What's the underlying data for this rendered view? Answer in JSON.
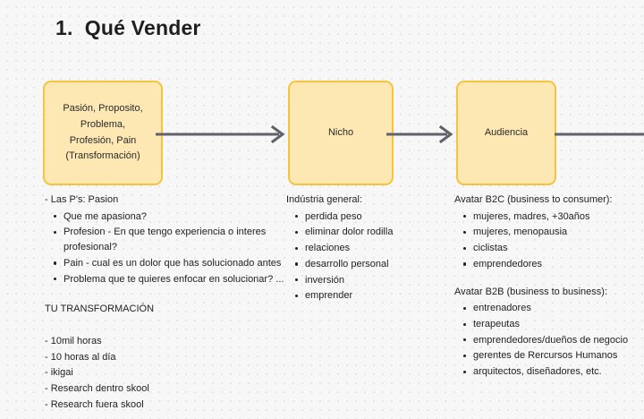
{
  "page": {
    "title": "1.  Qué Vender",
    "background_color": "#f7f7f7",
    "dot_color": "#e2e2e2"
  },
  "flow": {
    "box_fill": "#fde8b4",
    "box_border": "#f6c33f",
    "arrow_color": "#5f6368",
    "boxes": [
      {
        "id": "pasion",
        "label": "Pasión, Proposito,\nProblema,\nProfesión, Pain\n(Transformación)"
      },
      {
        "id": "nicho",
        "label": "Nicho"
      },
      {
        "id": "audiencia",
        "label": "Audiencia"
      }
    ],
    "arrows": [
      {
        "id": "arrow-pasion-to-nicho",
        "has_head": true
      },
      {
        "id": "arrow-nicho-to-audiencia",
        "has_head": true
      },
      {
        "id": "arrow-audiencia-onward",
        "has_head": false
      }
    ]
  },
  "columns": {
    "left": {
      "lead": "- Las P's: Pasion",
      "bullets": [
        "Que me apasiona?",
        "Profesion - En que tengo experiencia o interes profesional?",
        "Pain - cual es un dolor que has solucionado antes",
        "Problema que te quieres enfocar en solucionar? ..."
      ],
      "section_heading": "TU TRANSFORMACIÓN",
      "dash_items": [
        "- 10mil horas",
        "- 10 horas al día",
        "- ikigai",
        "- Research dentro skool",
        "- Research fuera skool"
      ]
    },
    "middle": {
      "lead": "Indústria general:",
      "bullets": [
        "perdida peso",
        "eliminar dolor rodilla",
        "relaciones",
        "desarrollo personal",
        "inversión",
        "emprender"
      ]
    },
    "right": {
      "b2c_lead": "Avatar B2C (business to consumer):",
      "b2c_bullets": [
        "mujeres, madres, +30años",
        "mujeres, menopausia",
        "ciclistas",
        "emprendedores"
      ],
      "b2b_lead": "Avatar B2B (business to business):",
      "b2b_bullets": [
        "entrenadores",
        "terapeutas",
        "emprendedores/dueños de negocio",
        "gerentes de Rercursos Humanos",
        "arquitectos, diseñadores, etc."
      ]
    }
  }
}
